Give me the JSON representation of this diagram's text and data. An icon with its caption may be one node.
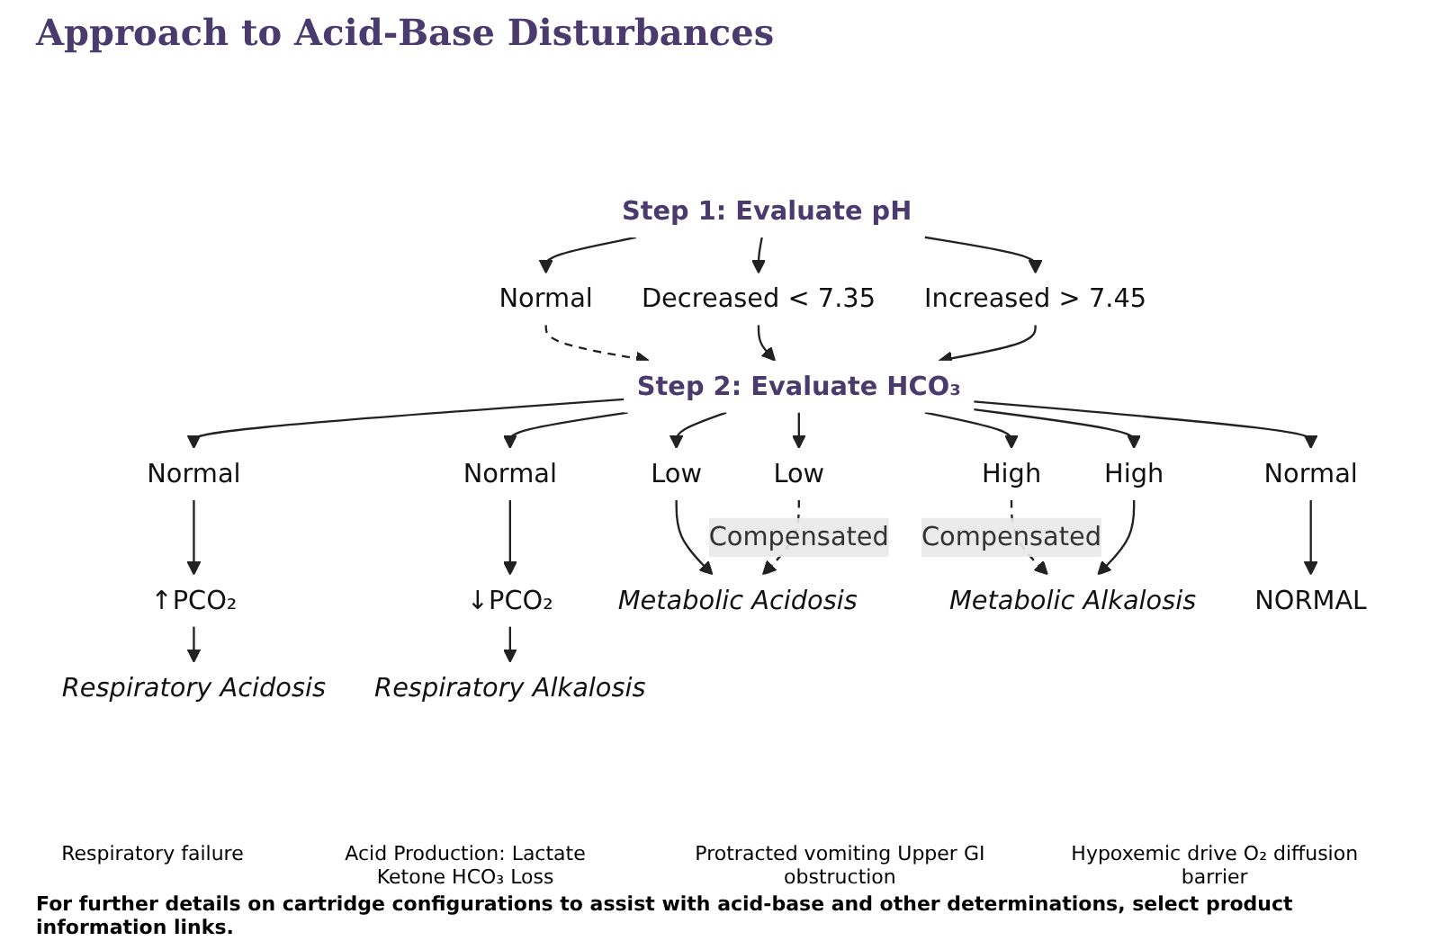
{
  "diagram": {
    "title": "Approach to Acid-Base Disturbances",
    "nodes": [
      {
        "text": [
          "Step 1: Evaluate pH"
        ]
      },
      {
        "text": [
          "Decreased < 7.35"
        ]
      },
      {
        "text": [
          "Normal"
        ]
      },
      {
        "text": [
          "Increased > 7.45"
        ]
      },
      {
        "text": [
          "Step 2: Evaluate HCO₃"
        ]
      },
      {
        "text": [
          "Normal"
        ]
      },
      {
        "text": [
          "Low"
        ]
      },
      {
        "text": [
          "Low"
        ]
      },
      {
        "text": [
          "Normal"
        ]
      },
      {
        "text": [
          "High"
        ]
      },
      {
        "text": [
          "High"
        ]
      },
      {
        "text": [
          "Normal"
        ]
      },
      {
        "text": [
          "↑PCO₂"
        ]
      },
      {
        "text": [
          "↓PCO₂"
        ]
      },
      {
        "text": [
          "Respiratory Acidosis"
        ]
      },
      {
        "text": [
          "Metabolic Acidosis"
        ]
      },
      {
        "text": [
          "Metabolic Alkalosis"
        ]
      },
      {
        "text": [
          "Respiratory Alkalosis"
        ]
      },
      {
        "text": [
          "NORMAL"
        ]
      }
    ],
    "edges": [
      {
        "from": 0,
        "to": 1,
        "arrow": "to"
      },
      {
        "from": 0,
        "to": 2,
        "arrow": "to"
      },
      {
        "from": 0,
        "to": 3,
        "arrow": "to"
      },
      {
        "from": 2,
        "to": 4,
        "arrow": "to",
        "style": "dashed"
      },
      {
        "from": 1,
        "to": 4,
        "arrow": "to"
      },
      {
        "from": 3,
        "to": 4,
        "arrow": "to"
      },
      {
        "from": 4,
        "to": 5,
        "arrow": "to"
      },
      {
        "from": 4,
        "to": 6,
        "arrow": "to"
      },
      {
        "from": 4,
        "to": 7,
        "arrow": "to"
      },
      {
        "from": 4,
        "to": 8,
        "arrow": "to"
      },
      {
        "from": 4,
        "to": 9,
        "arrow": "to"
      },
      {
        "from": 4,
        "to": 10,
        "arrow": "to"
      },
      {
        "from": 4,
        "to": 11,
        "arrow": "to"
      },
      {
        "from": 5,
        "to": 12,
        "arrow": "to"
      },
      {
        "from": 12,
        "to": 14,
        "arrow": "to"
      },
      {
        "from": 6,
        "to": 15,
        "arrow": "to"
      },
      {
        "from": 7,
        "to": 15,
        "arrow": "to",
        "style": "dashed",
        "label": "Compensated"
      },
      {
        "from": 9,
        "to": 16,
        "arrow": "to",
        "style": "dashed",
        "label": "Compensated"
      },
      {
        "from": 10,
        "to": 16,
        "arrow": "to"
      },
      {
        "from": 11,
        "to": 13,
        "arrow": "to"
      },
      {
        "from": 13,
        "to": 17,
        "arrow": "to"
      },
      {
        "from": 8,
        "to": 18,
        "arrow": "to"
      }
    ],
    "labels": [
      "Respiratory failure",
      "Acid Production: Lactate Ketone HCO₃ Loss",
      "Protracted vomiting Upper GI obstruction",
      "Hypoxemic drive O₂ diffusion barrier",
      "For further details on cartridge configurations to assist with acid-base and other determinations, select product information links."
    ]
  }
}
